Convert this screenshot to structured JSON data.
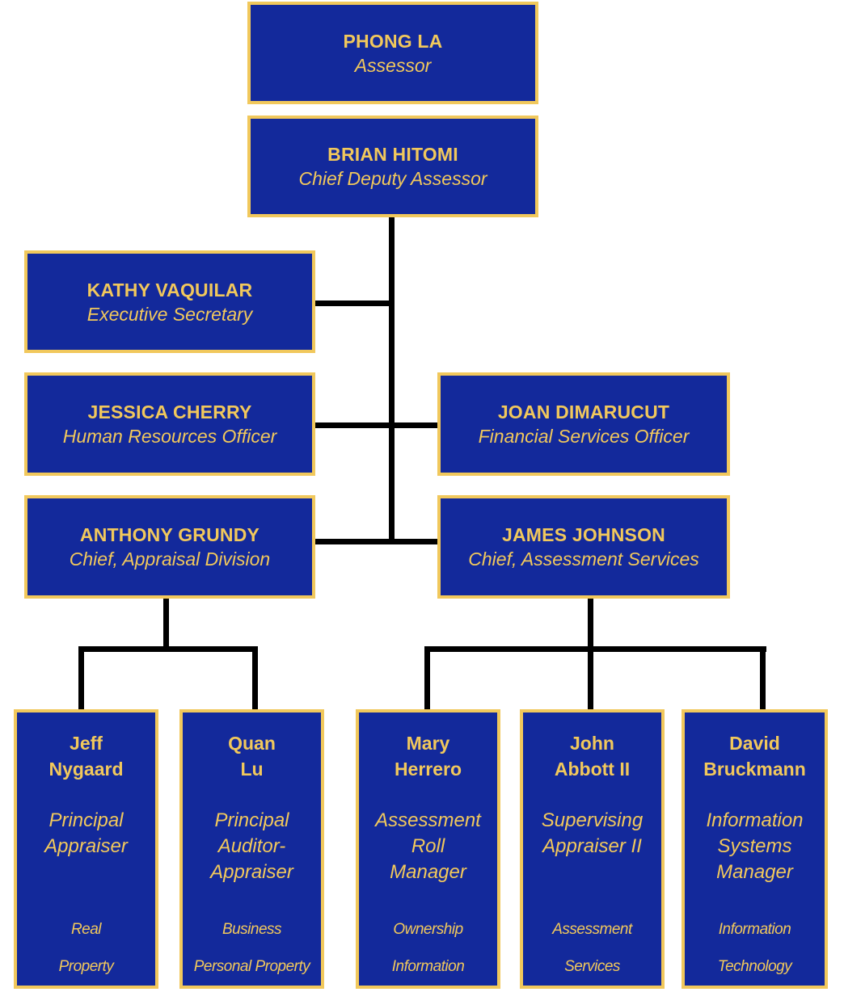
{
  "colors": {
    "box_fill": "#13299b",
    "box_border": "#f1c85c",
    "text": "#f1c85c",
    "connector": "#000000"
  },
  "assessor": {
    "name": "PHONG LA",
    "title": "Assessor"
  },
  "chief_deputy": {
    "name": "BRIAN HITOMI",
    "title": "Chief Deputy Assessor"
  },
  "exec_secretary": {
    "name": "KATHY VAQUILAR",
    "title": "Executive Secretary"
  },
  "hr_officer": {
    "name": "JESSICA CHERRY",
    "title": "Human Resources Officer"
  },
  "finance_officer": {
    "name": "JOAN DIMARUCUT",
    "title": "Financial Services Officer"
  },
  "appraisal_chief": {
    "name": "ANTHONY GRUNDY",
    "title": "Chief, Appraisal Division"
  },
  "assessment_chief": {
    "name": "JAMES JOHNSON",
    "title": "Chief, Assessment Services"
  },
  "staff": [
    {
      "name": [
        "Jeff",
        "Nygaard"
      ],
      "title": [
        "Principal",
        "Appraiser"
      ],
      "division": [
        "Real",
        "Property"
      ]
    },
    {
      "name": [
        "Quan",
        "Lu"
      ],
      "title": [
        "Principal",
        "Auditor-",
        "Appraiser"
      ],
      "division": [
        "Business",
        "Personal Property"
      ]
    },
    {
      "name": [
        "Mary",
        "Herrero"
      ],
      "title": [
        "Assessment",
        "Roll",
        "Manager"
      ],
      "division": [
        "Ownership",
        "Information"
      ]
    },
    {
      "name": [
        "John",
        "Abbott II"
      ],
      "title": [
        "Supervising",
        "Appraiser II"
      ],
      "division": [
        "Assessment",
        "Services"
      ]
    },
    {
      "name": [
        "David",
        "Bruckmann"
      ],
      "title": [
        "Information",
        "Systems",
        "Manager"
      ],
      "division": [
        "Information",
        "Technology"
      ]
    }
  ]
}
